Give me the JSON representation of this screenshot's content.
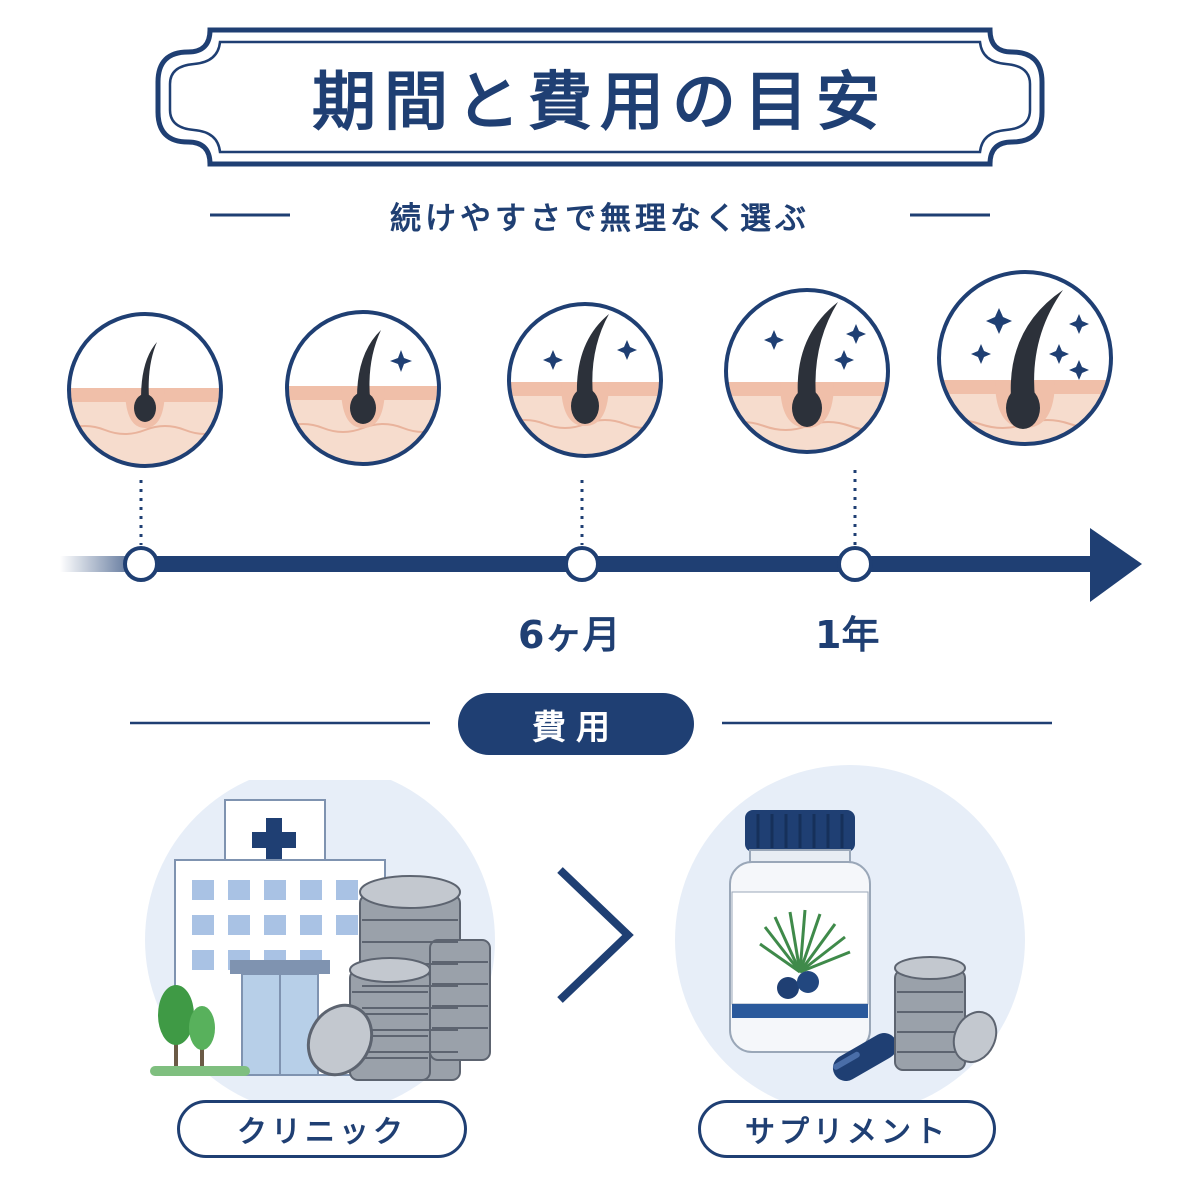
{
  "title": "期間と費用の目安",
  "subtitle": "続けやすさで無理なく選ぶ",
  "timeline": {
    "labels": {
      "six_months": "6ヶ月",
      "one_year": "1年"
    }
  },
  "cost": {
    "heading": "費用",
    "clinic_label": "クリニック",
    "supplement_label": "サプリメント"
  },
  "colors": {
    "navy": "#1f3f73",
    "skin": "#f6d9c9",
    "skin_deep": "#f0bfa9",
    "bubble": "#e7eef8"
  },
  "icons": [
    "hair-follicle-icon",
    "sparkle-icon",
    "hospital-icon",
    "coin-stack-icon",
    "supplement-bottle-icon",
    "capsule-icon",
    "greater-than-icon"
  ]
}
